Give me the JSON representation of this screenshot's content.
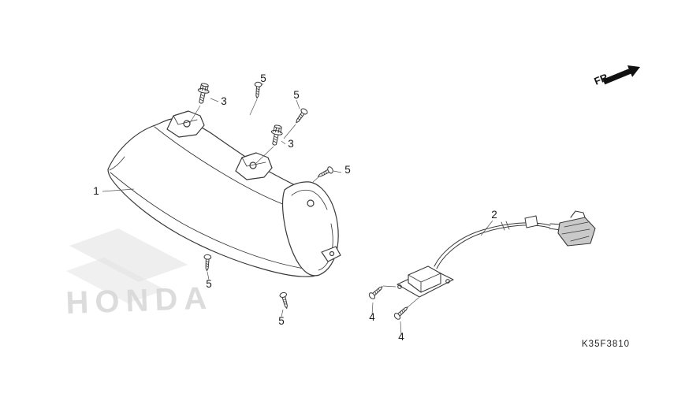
{
  "figure": {
    "background": "#ffffff",
    "line_color": "#3a3a3a",
    "arrow_color": "#111111",
    "watermark_color": "#d7d7d7"
  },
  "callouts": [
    {
      "label": "1"
    },
    {
      "label": "2"
    },
    {
      "label": "3"
    },
    {
      "label": "3"
    },
    {
      "label": "4"
    },
    {
      "label": "4"
    },
    {
      "label": "5"
    },
    {
      "label": "5"
    },
    {
      "label": "5"
    },
    {
      "label": "5"
    },
    {
      "label": "5"
    }
  ],
  "annotations": {
    "direction_label": "FR.",
    "diagram_code": "K35F3810",
    "watermark_text": "HONDA"
  }
}
